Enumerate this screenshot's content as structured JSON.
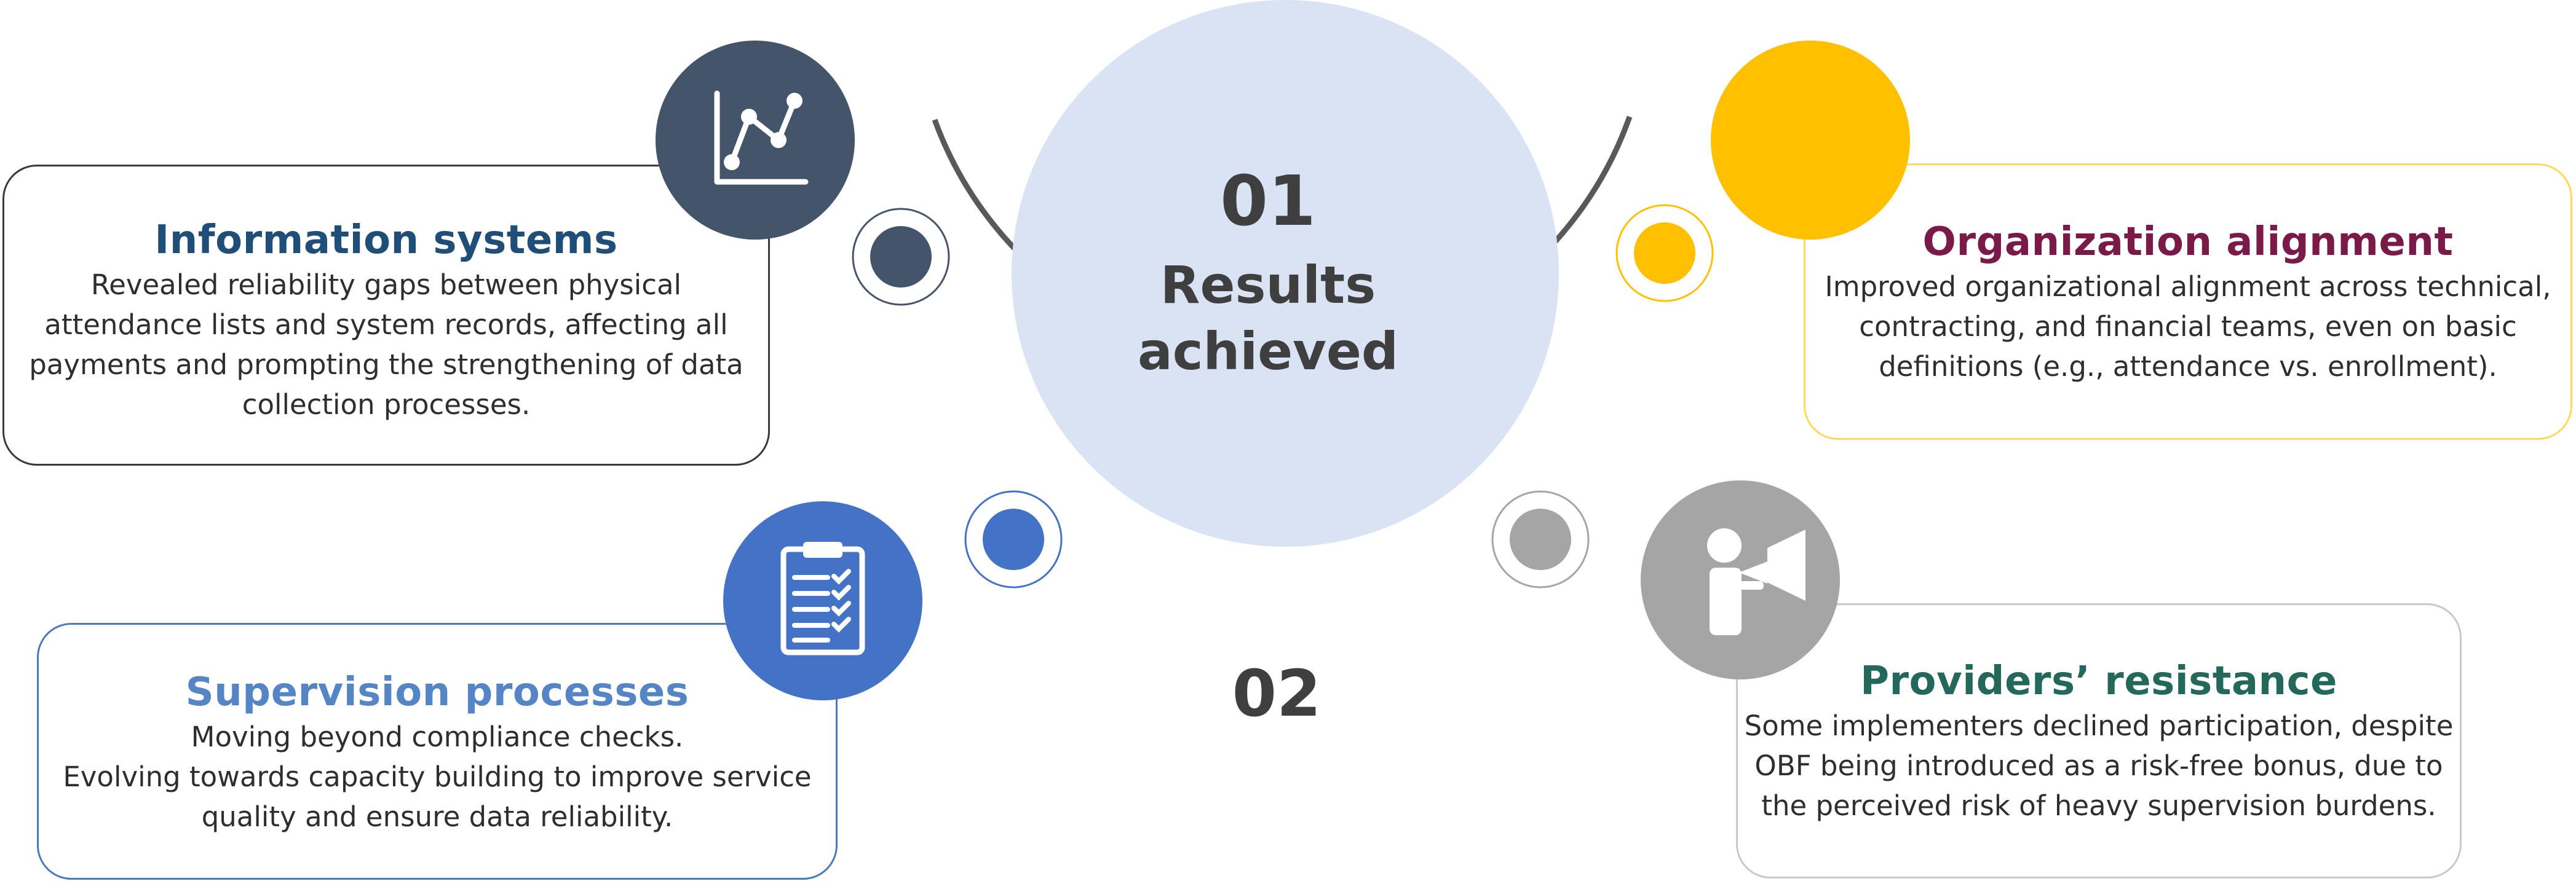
{
  "center": {
    "number_top": "01",
    "title_line1": "Results",
    "title_line2": "achieved",
    "number_bottom": "02"
  },
  "cards": {
    "information_systems": {
      "title": "Information systems",
      "lines": [
        "Revealed reliability gaps between physical",
        "attendance lists and system records, affecting all",
        "payments and prompting the strengthening of data",
        "collection processes."
      ],
      "icon": "line-chart-icon"
    },
    "supervision_processes": {
      "title": "Supervision processes",
      "lines": [
        "Moving beyond compliance checks.",
        "Evolving towards capacity building to improve service",
        "quality and ensure data reliability."
      ],
      "icon": "clipboard-checklist-icon"
    },
    "organization_alignment": {
      "title": "Organization alignment",
      "lines": [
        "Improved organizational alignment across technical,",
        "contracting, and financial teams, even on basic",
        "definitions (e.g., attendance vs. enrollment)."
      ],
      "icon": "yellow-circle"
    },
    "providers_resistance": {
      "title": "Providers’ resistance",
      "lines": [
        "Some implementers declined participation, despite",
        "OBF being introduced as a risk-free bonus, due to",
        "the perceived risk of heavy supervision burdens."
      ],
      "icon": "megaphone-person-icon"
    }
  },
  "colors": {
    "navy": "#44546a",
    "blue": "#4472c4",
    "yellow": "#ffc000",
    "gray": "#a5a5a5",
    "center_fill": "#dae3f3",
    "arc": "#595959"
  }
}
